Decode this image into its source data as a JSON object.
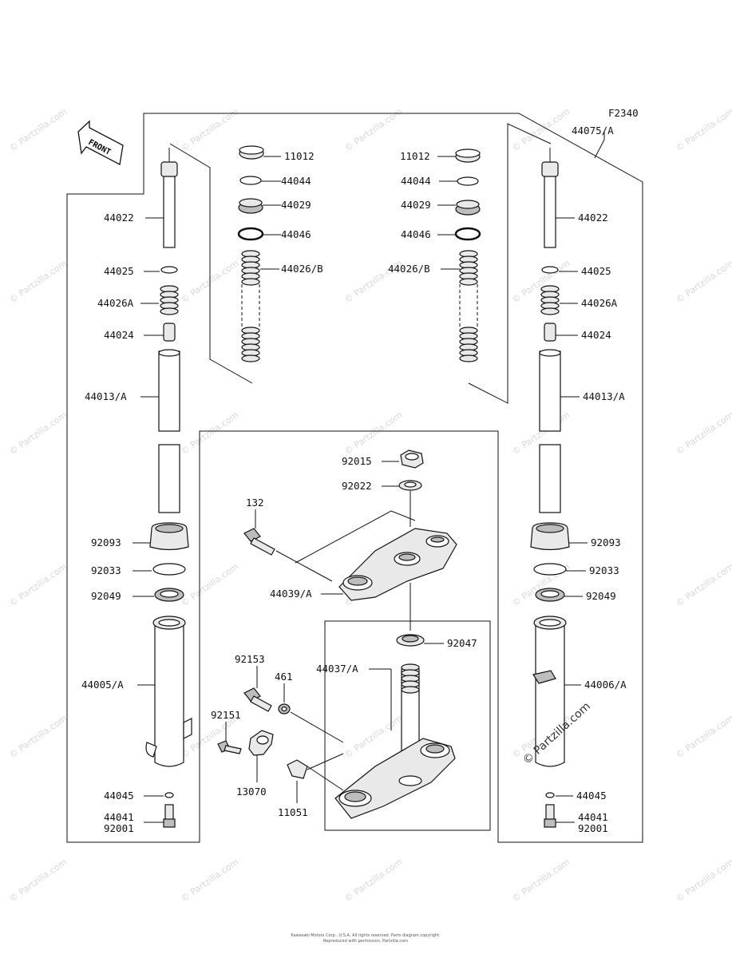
{
  "diagram_code": "F2340",
  "front_label": "FRONT",
  "labels": {
    "l44075A": "44075/A",
    "l11012_left": "11012",
    "l11012_right": "11012",
    "l44044_left": "44044",
    "l44044_right": "44044",
    "l44029_left": "44029",
    "l44029_right": "44029",
    "l44046_left": "44046",
    "l44046_right": "44046",
    "l44026B_left": "44026/B",
    "l44026B_right": "44026/B",
    "l44022_left": "44022",
    "l44022_right": "44022",
    "l44025_left": "44025",
    "l44025_right": "44025",
    "l44026A_left": "44026A",
    "l44026A_right": "44026A",
    "l44024_left": "44024",
    "l44024_right": "44024",
    "l44013A_left": "44013/A",
    "l44013A_right": "44013/A",
    "l92015": "92015",
    "l92022": "92022",
    "l132": "132",
    "l44039A": "44039/A",
    "l92093_left": "92093",
    "l92093_right": "92093",
    "l92033_left": "92033",
    "l92033_right": "92033",
    "l92049_left": "92049",
    "l92049_right": "92049",
    "l92047": "92047",
    "l92153": "92153",
    "l461": "461",
    "l44037A": "44037/A",
    "l44005A": "44005/A",
    "l44006A": "44006/A",
    "l92151": "92151",
    "l13070": "13070",
    "l11051": "11051",
    "l44045_left": "44045",
    "l44045_right": "44045",
    "l44041_left": "44041",
    "l44041_right": "44041",
    "l92001_left": "92001",
    "l92001_right": "92001"
  },
  "watermark": "© Partzilla.com",
  "watermark_large": "© Partzilla.com",
  "footer_line1": "Kawasaki Motors Corp., U.S.A. All rights reserved. Parts diagram copyright.",
  "footer_line2": "Reproduced with permission. Partzilla.com"
}
